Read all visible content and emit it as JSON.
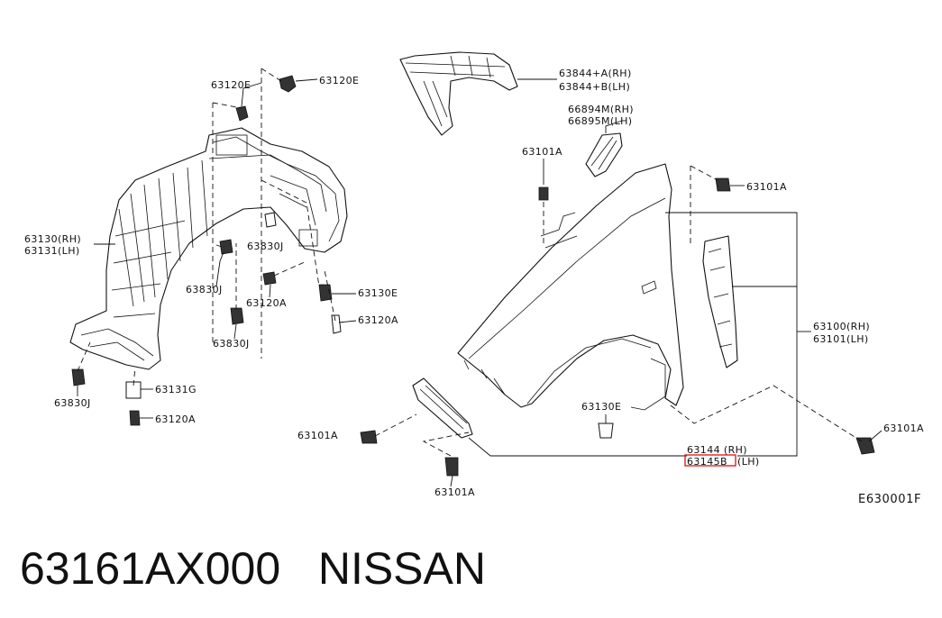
{
  "labels": {
    "l_63120E_a": "63120E",
    "l_63120E_b": "63120E",
    "l_63130_rh": "63130(RH)",
    "l_63131_lh": "63131(LH)",
    "l_63830J_a": "63830J",
    "l_63830J_b": "63830J",
    "l_63830J_c": "63830J",
    "l_63830J_d": "63830J",
    "l_63120A_a": "63120A",
    "l_63130E_a": "63130E",
    "l_63120A_b": "63120A",
    "l_63131G": "63131G",
    "l_63120A_c": "63120A",
    "l_63844A": "63844+A(RH)",
    "l_63844B": "63844+B(LH)",
    "l_66894M": "66894M(RH)",
    "l_66895M": "66895M(LH)",
    "l_63101A_a": "63101A",
    "l_63101A_b": "63101A",
    "l_63100": "63100(RH)",
    "l_63101": "63101(LH)",
    "l_63130E_b": "63130E",
    "l_63101A_c": "63101A",
    "l_63101A_d": "63101A",
    "l_63101A_e": "63101A",
    "l_63144": "63144  (RH)",
    "l_63145B": "63145B",
    "l_63145_lh": "(LH)"
  },
  "reference": "E630001F",
  "caption": "63161AX000   NISSAN",
  "highlight_color": "#e0201c"
}
